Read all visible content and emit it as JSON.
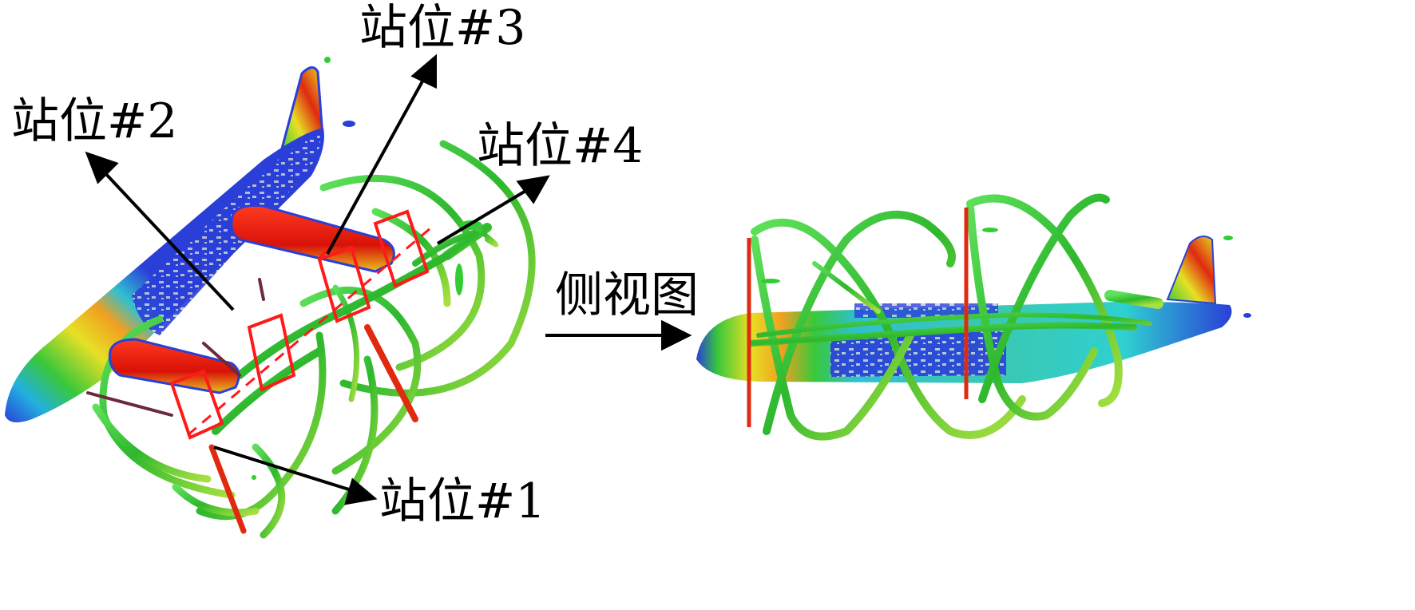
{
  "labels": {
    "station_1": "站位#1",
    "station_2": "站位#2",
    "station_3": "站位#3",
    "station_4": "站位#4",
    "side_view": "侧视图"
  },
  "colors": {
    "vortex_green": "#33cc33",
    "vortex_dark": "#1e8a1e",
    "fuselage_blue": "#2a3fd8",
    "fuselage_gray": "#b8bcc8",
    "nacelle_red": "#e01a10",
    "yellow": "#e8e020",
    "station_box": "#ff1a1a",
    "arrow": "#000000"
  },
  "icons": [
    "arrow-icon"
  ]
}
